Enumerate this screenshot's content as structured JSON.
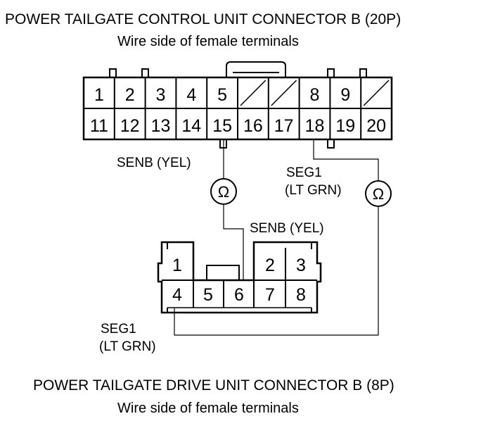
{
  "top_connector": {
    "title": "POWER TAILGATE CONTROL UNIT CONNECTOR B (20P)",
    "subtitle": "Wire side of female terminals",
    "row1": [
      "1",
      "2",
      "3",
      "4",
      "5",
      "",
      "",
      "8",
      "9",
      ""
    ],
    "row2": [
      "11",
      "12",
      "13",
      "14",
      "15",
      "16",
      "17",
      "18",
      "19",
      "20"
    ]
  },
  "bottom_connector": {
    "title": "POWER TAILGATE DRIVE UNIT CONNECTOR B (8P)",
    "subtitle": "Wire side of female terminals",
    "row1_left": "1",
    "row1_right": [
      "2",
      "3"
    ],
    "row2": [
      "4",
      "5",
      "6",
      "7",
      "8"
    ]
  },
  "wires": {
    "senb_upper": "SENB (YEL)",
    "senb_lower": "SENB (YEL)",
    "seg1_upper_line1": "SEG1",
    "seg1_upper_line2": "(LT GRN)",
    "seg1_lower_line1": "SEG1",
    "seg1_lower_line2": "(LT GRN)"
  },
  "meters": {
    "left_symbol": "Ω",
    "right_symbol": "Ω"
  }
}
